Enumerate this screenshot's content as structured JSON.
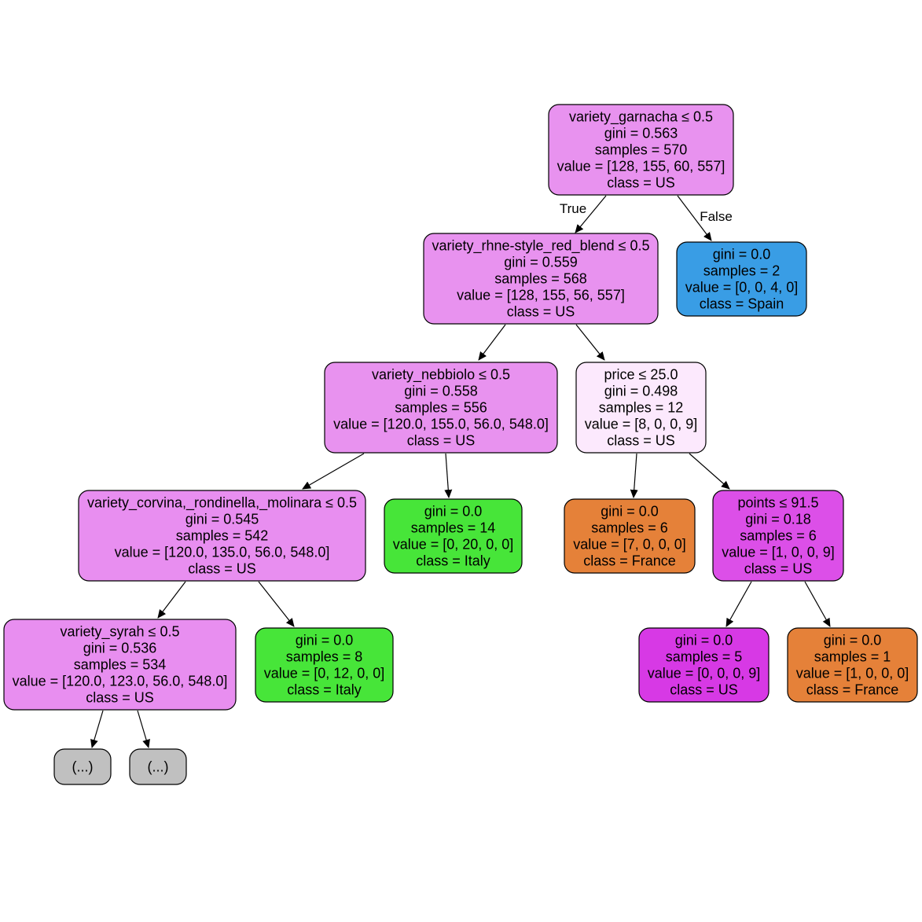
{
  "tree": {
    "nodes": [
      {
        "id": "n0",
        "lines": [
          "variety_garnacha ≤ 0.5",
          "gini = 0.563",
          "samples = 570",
          "value = [128, 155, 60, 557]",
          "class = US"
        ],
        "color": "#e892ef"
      },
      {
        "id": "n1",
        "lines": [
          "variety_rhne-style_red_blend ≤ 0.5",
          "gini = 0.559",
          "samples = 568",
          "value = [128, 155, 56, 557]",
          "class = US"
        ],
        "color": "#e892ef"
      },
      {
        "id": "n2",
        "lines": [
          "gini = 0.0",
          "samples = 2",
          "value = [0, 0, 4, 0]",
          "class = Spain"
        ],
        "color": "#399de5"
      },
      {
        "id": "n3",
        "lines": [
          "variety_nebbiolo ≤ 0.5",
          "gini = 0.558",
          "samples = 556",
          "value = [120.0, 155.0, 56.0, 548.0]",
          "class = US"
        ],
        "color": "#e892ef"
      },
      {
        "id": "n4",
        "lines": [
          "price ≤ 25.0",
          "gini = 0.498",
          "samples = 12",
          "value = [8, 0, 0, 9]",
          "class = US"
        ],
        "color": "#fce9fd"
      },
      {
        "id": "n5",
        "lines": [
          "variety_corvina,_rondinella,_molinara ≤ 0.5",
          "gini = 0.545",
          "samples = 542",
          "value = [120.0, 135.0, 56.0, 548.0]",
          "class = US"
        ],
        "color": "#e88ef0"
      },
      {
        "id": "n6",
        "lines": [
          "gini = 0.0",
          "samples = 14",
          "value = [0, 20, 0, 0]",
          "class = Italy"
        ],
        "color": "#47e539"
      },
      {
        "id": "n7",
        "lines": [
          "gini = 0.0",
          "samples = 6",
          "value = [7, 0, 0, 0]",
          "class = France"
        ],
        "color": "#e58139"
      },
      {
        "id": "n8",
        "lines": [
          "points ≤ 91.5",
          "gini = 0.18",
          "samples = 6",
          "value = [1, 0, 0, 9]",
          "class = US"
        ],
        "color": "#dc4fe8"
      },
      {
        "id": "n9",
        "lines": [
          "variety_syrah ≤ 0.5",
          "gini = 0.536",
          "samples = 534",
          "value = [120.0, 123.0, 56.0, 548.0]",
          "class = US"
        ],
        "color": "#e88ef0"
      },
      {
        "id": "n10",
        "lines": [
          "gini = 0.0",
          "samples = 8",
          "value = [0, 12, 0, 0]",
          "class = Italy"
        ],
        "color": "#47e539"
      },
      {
        "id": "n11",
        "lines": [
          "gini = 0.0",
          "samples = 5",
          "value = [0, 0, 0, 9]",
          "class = US"
        ],
        "color": "#d739e5"
      },
      {
        "id": "n12",
        "lines": [
          "gini = 0.0",
          "samples = 1",
          "value = [1, 0, 0, 0]",
          "class = France"
        ],
        "color": "#e58139"
      },
      {
        "id": "n13",
        "lines": [
          "(...)"
        ],
        "color": "#c0c0c0"
      },
      {
        "id": "n14",
        "lines": [
          "(...)"
        ],
        "color": "#c0c0c0"
      }
    ],
    "edges": [
      {
        "from": "n0",
        "to": "n1",
        "label": "True"
      },
      {
        "from": "n0",
        "to": "n2",
        "label": "False"
      },
      {
        "from": "n1",
        "to": "n3",
        "label": ""
      },
      {
        "from": "n1",
        "to": "n4",
        "label": ""
      },
      {
        "from": "n3",
        "to": "n5",
        "label": ""
      },
      {
        "from": "n3",
        "to": "n6",
        "label": ""
      },
      {
        "from": "n4",
        "to": "n7",
        "label": ""
      },
      {
        "from": "n4",
        "to": "n8",
        "label": ""
      },
      {
        "from": "n5",
        "to": "n9",
        "label": ""
      },
      {
        "from": "n5",
        "to": "n10",
        "label": ""
      },
      {
        "from": "n8",
        "to": "n11",
        "label": ""
      },
      {
        "from": "n8",
        "to": "n12",
        "label": ""
      },
      {
        "from": "n9",
        "to": "n13",
        "label": ""
      },
      {
        "from": "n9",
        "to": "n14",
        "label": ""
      }
    ]
  }
}
